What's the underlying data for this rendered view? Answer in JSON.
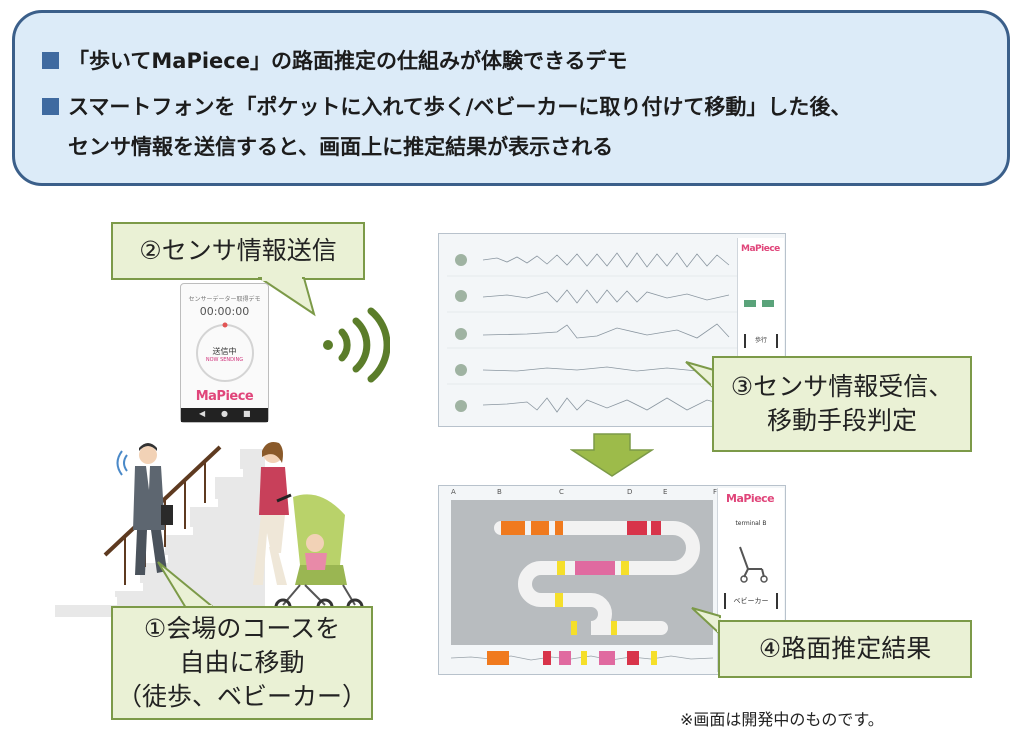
{
  "banner": {
    "line1": "「歩いてMaPiece」の路面推定の仕組みが体験できるデモ",
    "line2": "スマートフォンを「ポケットに入れて歩く/ベビーカーに取り付けて移動」した後、",
    "line3": "センサ情報を送信すると、画面上に推定結果が表示される"
  },
  "callouts": {
    "c1_line1": "①会場のコースを",
    "c1_line2": "自由に移動",
    "c1_line3": "（徒歩、ベビーカー）",
    "c2": "②センサ情報送信",
    "c3_line1": "③センサ情報受信、",
    "c3_line2": "移動手段判定",
    "c4": "④路面推定結果"
  },
  "phone": {
    "title": "センサーデーター取得デモ",
    "timer": "00:00:00",
    "status": "送信中",
    "status_en": "NOW SENDING",
    "logo": "MaPiece"
  },
  "screen_top": {
    "logo": "MaPiece",
    "button": "歩行"
  },
  "screen_bottom": {
    "logo": "MaPiece",
    "terminal": "terminal B",
    "button": "ベビーカー",
    "col_labels": [
      "A",
      "B",
      "C",
      "D",
      "E",
      "F"
    ]
  },
  "note": "※画面は開発中のものです。",
  "colors": {
    "banner_fill": "#dcebf8",
    "banner_border": "#3b5f8a",
    "callout_fill": "#eaf1d5",
    "callout_border": "#7c9a48",
    "arrow_green": "#9dbb4a",
    "wifi_green": "#5b7d2a"
  }
}
